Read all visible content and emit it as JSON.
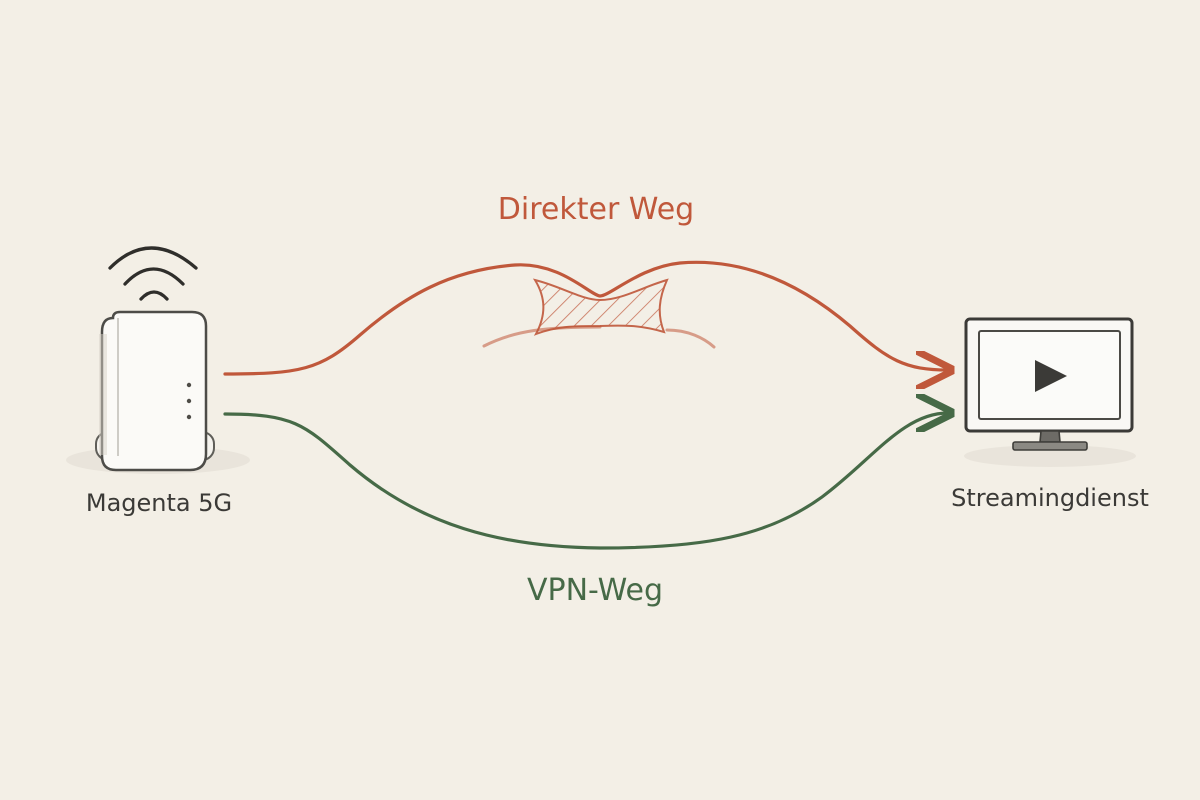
{
  "diagram": {
    "direct_route": {
      "label": "Direkter Weg",
      "color": "#c0583b"
    },
    "vpn_route": {
      "label": "VPN-Weg",
      "color": "#466a47"
    },
    "router": {
      "label": "Magenta 5G",
      "icon": "router-icon"
    },
    "streaming": {
      "label": "Streamingdienst",
      "icon": "monitor-play-icon"
    }
  }
}
